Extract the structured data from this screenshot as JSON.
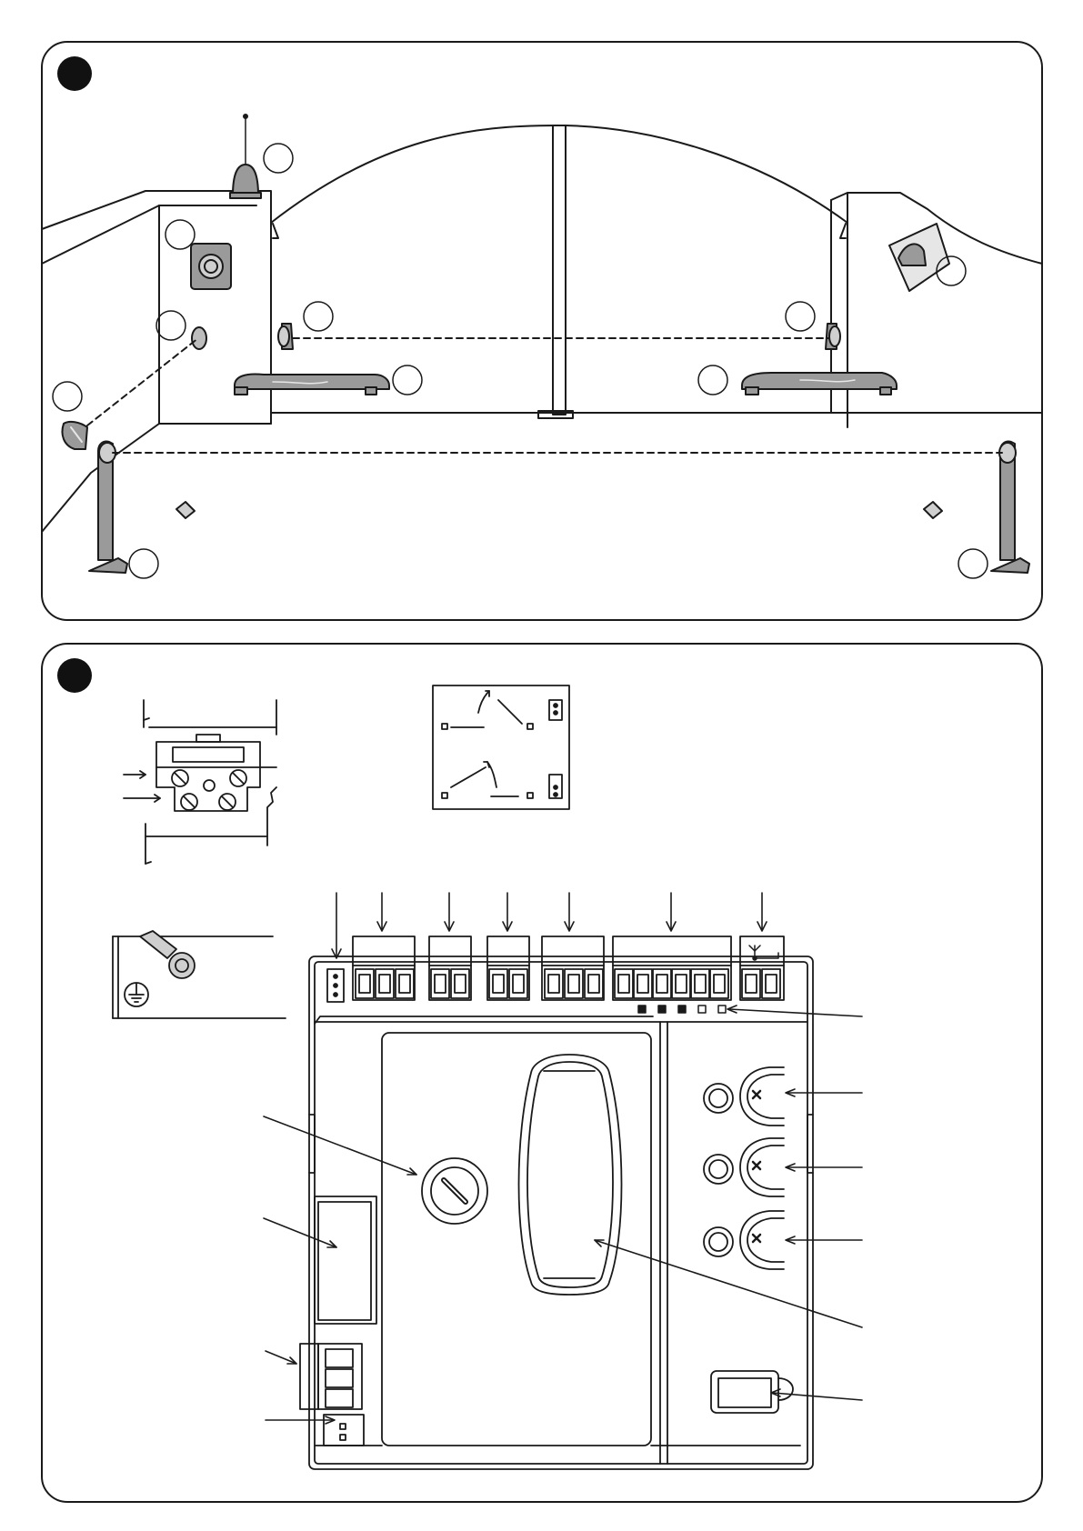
{
  "figures": [
    {
      "id": "figure-1",
      "caption": "",
      "callouts": 12
    },
    {
      "id": "figure-2",
      "caption": "",
      "callouts": 14
    }
  ],
  "colors": {
    "ink": "#1a1a1a",
    "panel_bg": "#ffffff",
    "part_fill": "#9a9a9a"
  },
  "icons": [
    "antenna-icon",
    "ground-icon",
    "padlock-icon",
    "screw-icon"
  ],
  "led_row": {
    "filled": 3,
    "empty": 2
  }
}
